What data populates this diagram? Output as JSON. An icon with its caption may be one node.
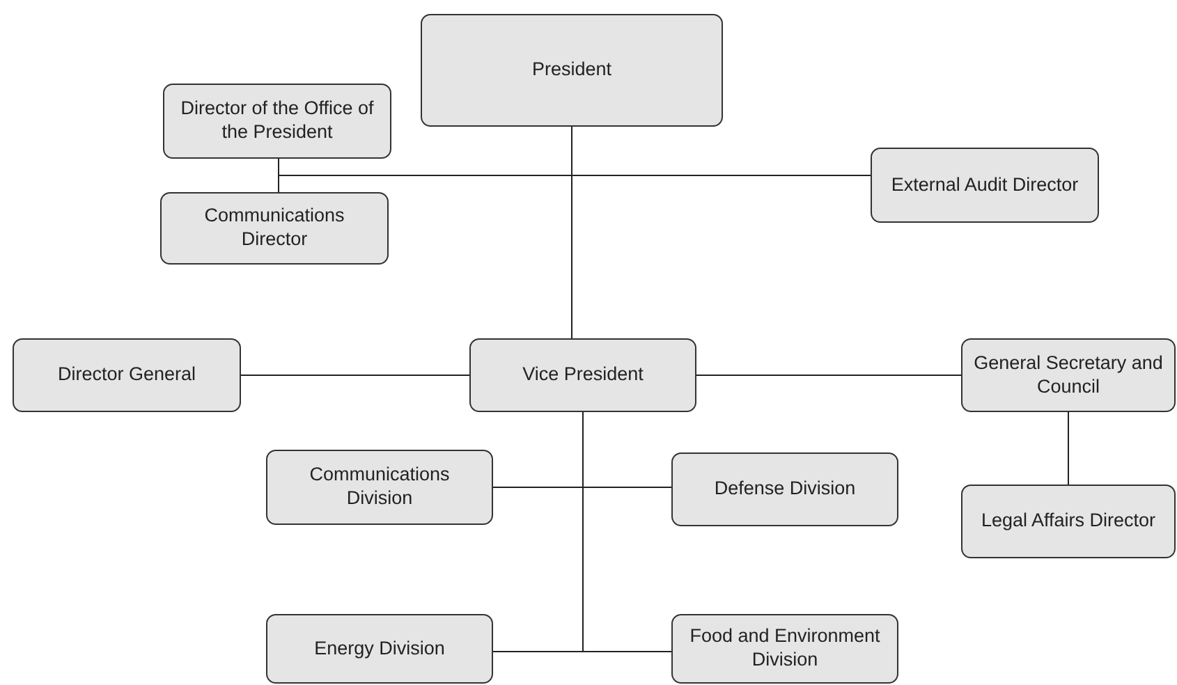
{
  "diagram": {
    "nodes": [
      {
        "text": [
          "President"
        ]
      },
      {
        "text": [
          "Director of the Office of the President"
        ]
      },
      {
        "text": [
          "Communications Director"
        ]
      },
      {
        "text": [
          "External Audit Director"
        ]
      },
      {
        "text": [
          "Director General"
        ]
      },
      {
        "text": [
          "Vice President"
        ]
      },
      {
        "text": [
          "General Secretary and Council"
        ]
      },
      {
        "text": [
          "Legal Affairs Director"
        ]
      },
      {
        "text": [
          "Communications Division"
        ]
      },
      {
        "text": [
          "Defense Division"
        ]
      },
      {
        "text": [
          "Energy Division"
        ]
      },
      {
        "text": [
          "Food and Environment Division"
        ]
      }
    ],
    "edges": [
      {
        "from": 0,
        "to": 1,
        "arrow": "none"
      },
      {
        "from": 0,
        "to": 2,
        "arrow": "none"
      },
      {
        "from": 0,
        "to": 3,
        "arrow": "none"
      },
      {
        "from": 0,
        "to": 5,
        "arrow": "none"
      },
      {
        "from": 5,
        "to": 4,
        "arrow": "none"
      },
      {
        "from": 5,
        "to": 6,
        "arrow": "none"
      },
      {
        "from": 6,
        "to": 7,
        "arrow": "none"
      },
      {
        "from": 5,
        "to": 8,
        "arrow": "none"
      },
      {
        "from": 5,
        "to": 9,
        "arrow": "none"
      },
      {
        "from": 5,
        "to": 10,
        "arrow": "none"
      },
      {
        "from": 5,
        "to": 11,
        "arrow": "none"
      }
    ]
  }
}
